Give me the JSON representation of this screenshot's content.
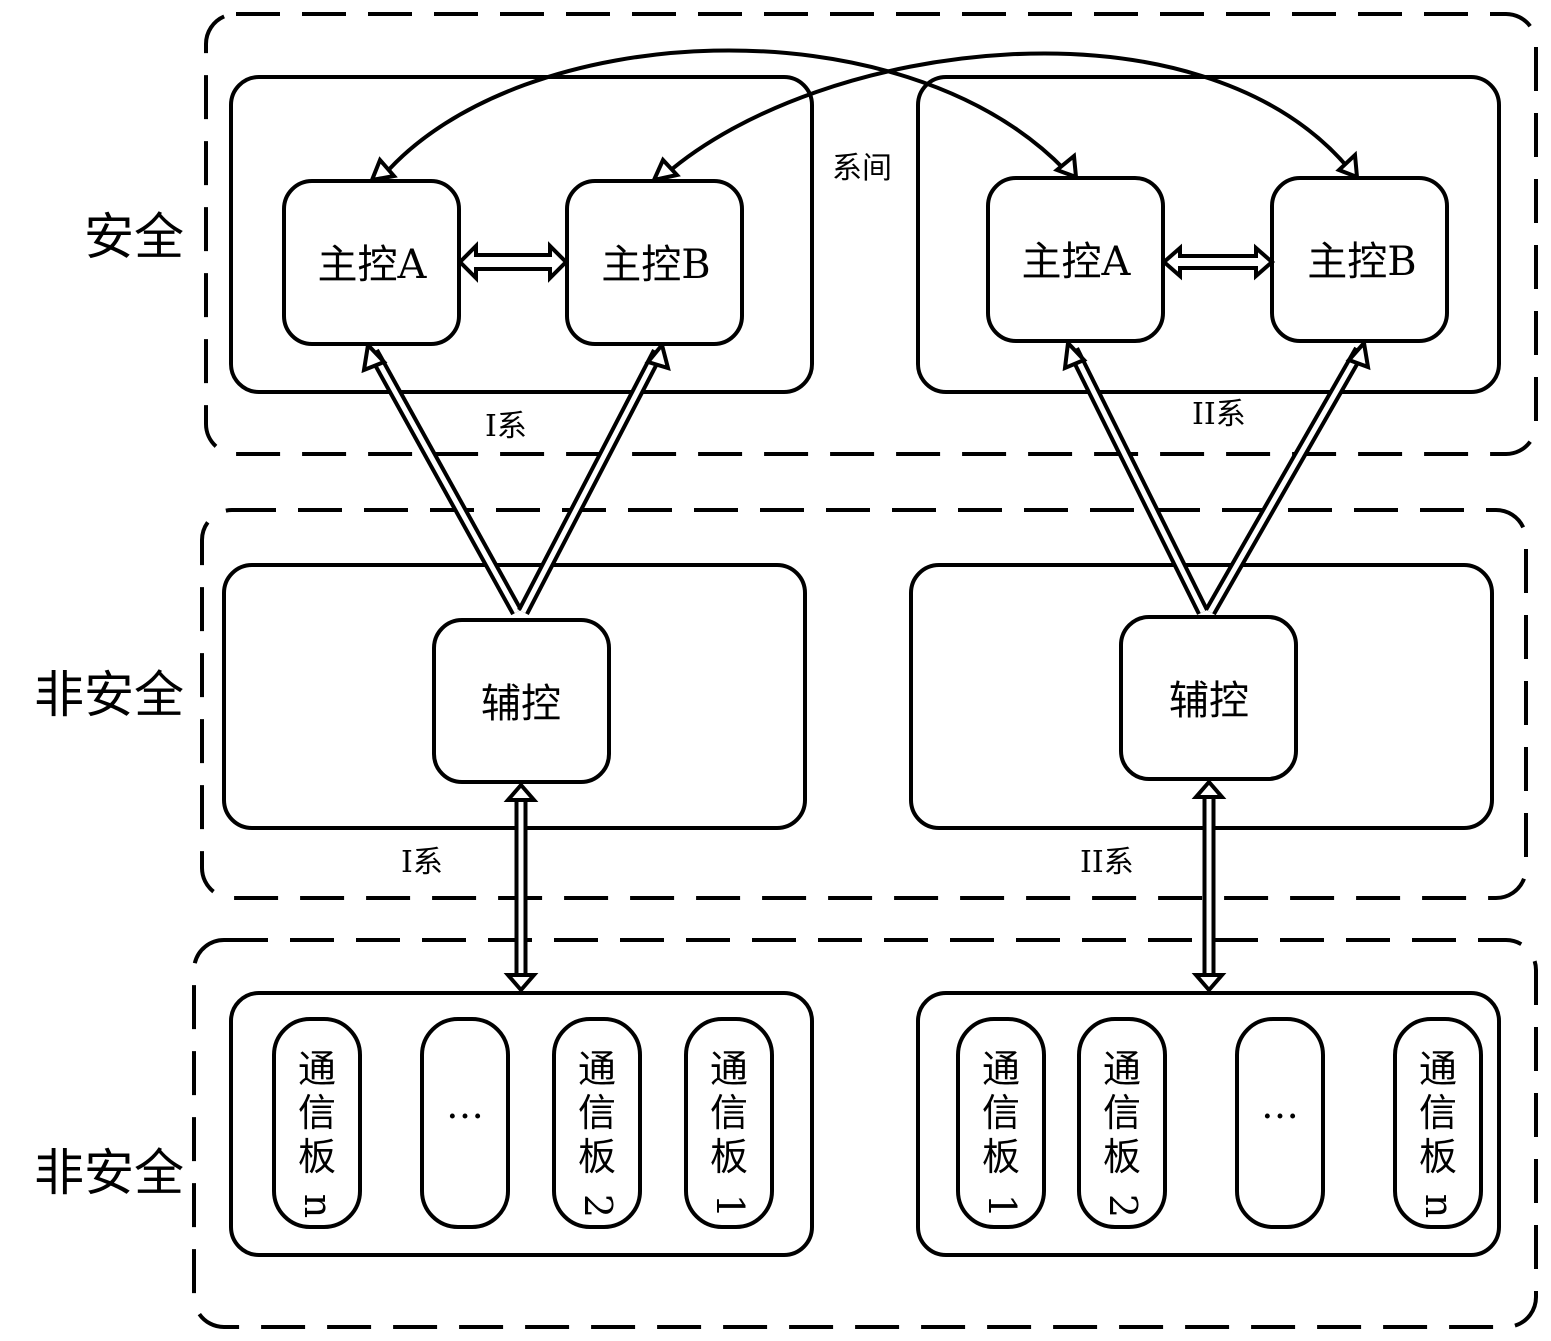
{
  "zones": [
    {
      "id": "safety",
      "label": "安全"
    },
    {
      "id": "non_safety_aux",
      "label": "非安全"
    },
    {
      "id": "non_safety_comm",
      "label": "非安全"
    }
  ],
  "labels": {
    "inter_system": "系间",
    "system_1": "I系",
    "system_2": "II系"
  },
  "systems": [
    {
      "name": "I系",
      "main_controllers": [
        "主控A",
        "主控B"
      ],
      "aux_controller": "辅控",
      "comm_boards": [
        "通信板n",
        "…",
        "通信板2",
        "通信板1"
      ]
    },
    {
      "name": "II系",
      "main_controllers": [
        "主控A",
        "主控B"
      ],
      "aux_controller": "辅控",
      "comm_boards": [
        "通信板1",
        "通信板2",
        "…",
        "通信板n"
      ]
    }
  ],
  "connections": [
    {
      "from": "I系 主控A",
      "to": "I系 主控B",
      "type": "bidirectional"
    },
    {
      "from": "II系 主控A",
      "to": "II系 主控B",
      "type": "bidirectional"
    },
    {
      "from": "I系 辅控",
      "to": "I系 主控A",
      "type": "bidirectional"
    },
    {
      "from": "I系 辅控",
      "to": "I系 主控B",
      "type": "bidirectional"
    },
    {
      "from": "II系 辅控",
      "to": "II系 主控A",
      "type": "bidirectional"
    },
    {
      "from": "II系 辅控",
      "to": "II系 主控B",
      "type": "bidirectional"
    },
    {
      "from": "I系 辅控",
      "to": "I系 通信板组",
      "type": "bidirectional"
    },
    {
      "from": "II系 辅控",
      "to": "II系 通信板组",
      "type": "bidirectional"
    },
    {
      "from": "I系 主控A",
      "to": "II系 主控A",
      "type": "inter-system",
      "label": "系间"
    },
    {
      "from": "I系 主控B",
      "to": "II系 主控B",
      "type": "inter-system",
      "label": "系间"
    }
  ]
}
